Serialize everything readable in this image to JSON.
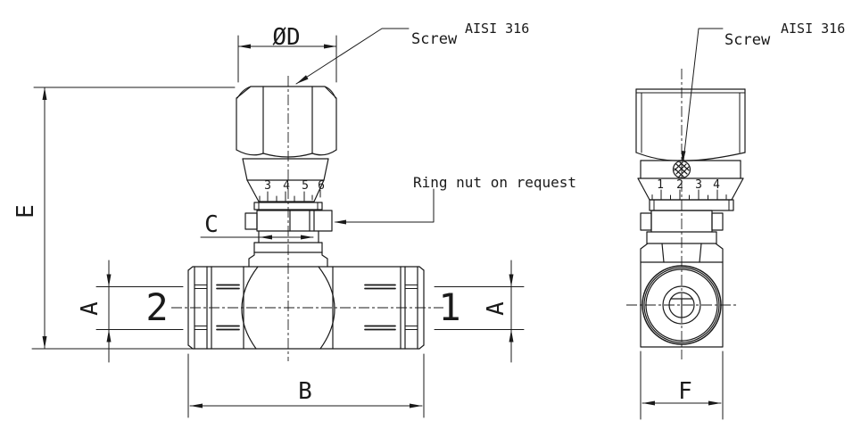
{
  "colors": {
    "line": "#1a1a1a",
    "background": "#ffffff"
  },
  "front_view": {
    "dim_diameter": "ØD",
    "dim_height": "E",
    "dim_ring_nut": "C",
    "dim_port_left": "A",
    "dim_port_right": "A",
    "dim_length": "B",
    "port_left": "2",
    "port_right": "1",
    "scale_numbers": [
      "3",
      "4",
      "5",
      "6"
    ],
    "screw_label": "Screw",
    "screw_material": "AISI 316",
    "ring_nut_note": "Ring nut on request"
  },
  "side_view": {
    "dim_width": "F",
    "scale_numbers": [
      "1",
      "2",
      "3",
      "4"
    ],
    "screw_label": "Screw",
    "screw_material": "AISI 316"
  }
}
